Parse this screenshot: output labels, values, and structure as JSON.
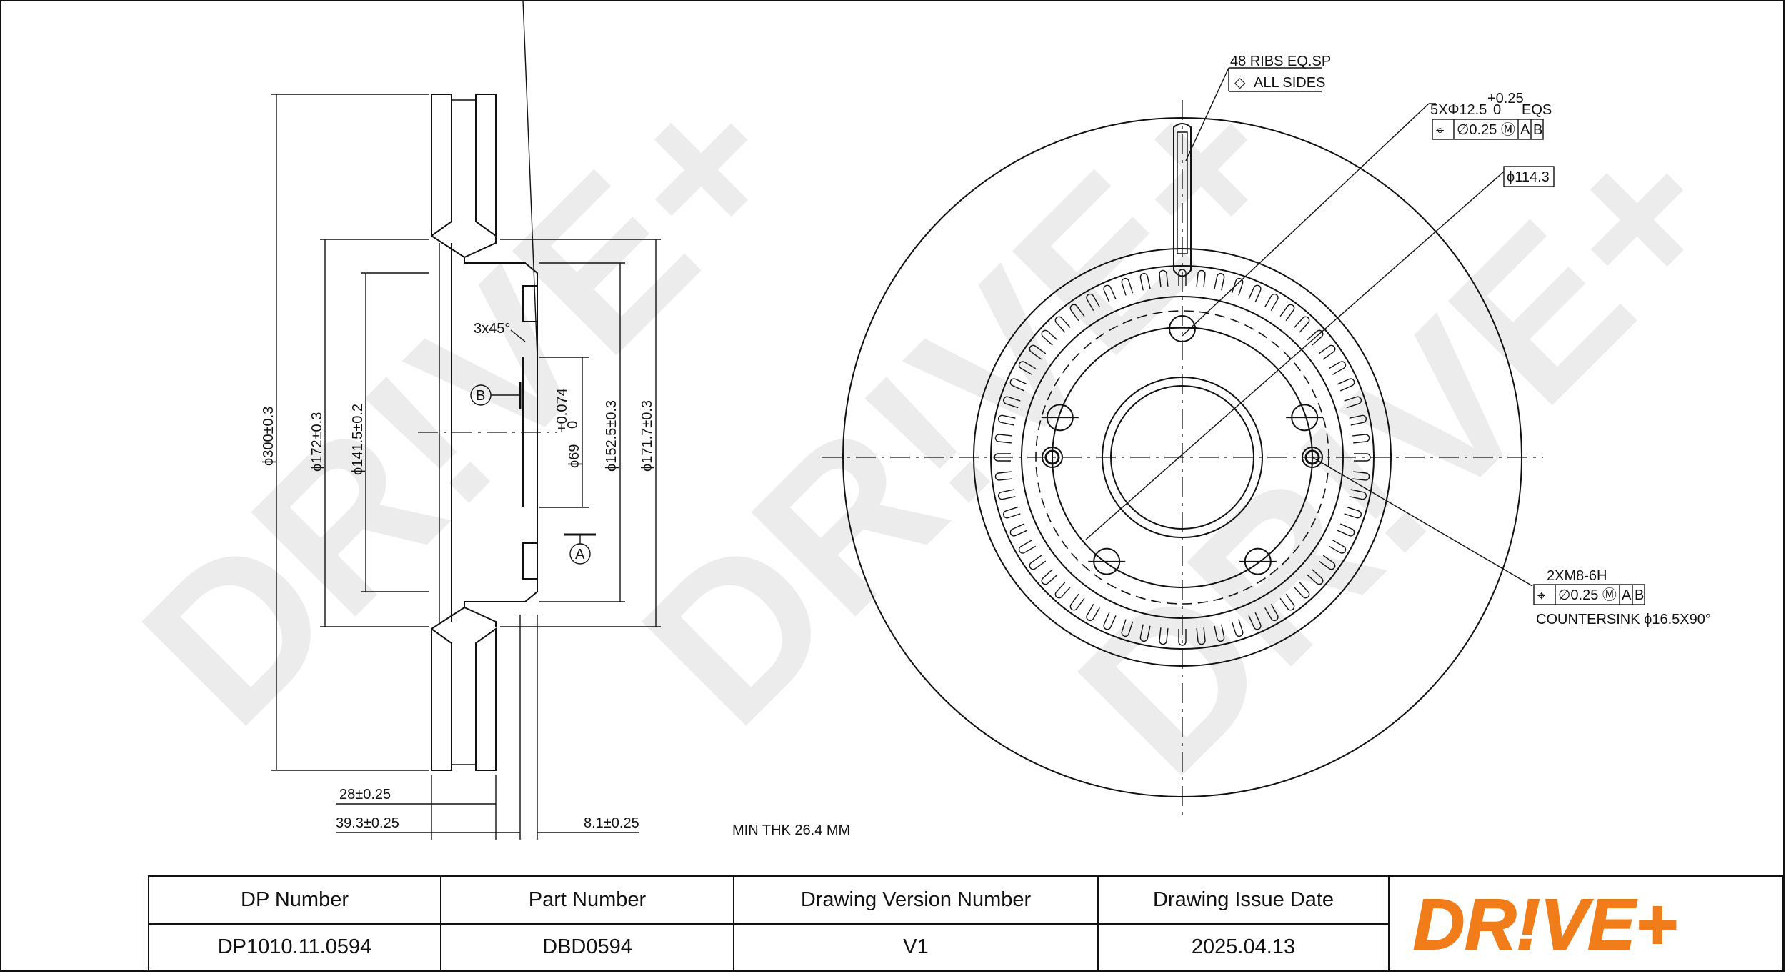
{
  "title_block": {
    "headers": [
      "DP Number",
      "Part Number",
      "Drawing Version Number",
      "Drawing Issue Date"
    ],
    "values": [
      "DP1010.11.0594",
      "DBD0594",
      "V1",
      "2025.04.13"
    ]
  },
  "brand": {
    "logo_text": "DR!VE+",
    "accent_color": "#f07d1a",
    "watermark_color": "#d6d6d6"
  },
  "section_view": {
    "dims": {
      "d300": "ϕ300±0.3",
      "d172": "ϕ172±0.3",
      "d1415": "ϕ141.5±0.2",
      "d69": "ϕ69",
      "d69_tol_top": "+0.074",
      "d69_tol_bot": "0",
      "d1525": "ϕ152.5±0.3",
      "d1717": "ϕ171.7±0.3",
      "chamfer": "3x45°",
      "datum_a": "A",
      "datum_b": "B",
      "thk28": "28±0.25",
      "thk393": "39.3±0.25",
      "thk81": "8.1±0.25"
    },
    "min_thickness": "MIN THK 26.4 MM"
  },
  "front_view": {
    "ribs_line1": "48 RIBS EQ.SP",
    "ribs_line2": "ALL SIDES",
    "holes_callout": "5XΦ12.5",
    "holes_tol_top": "+0.25",
    "holes_tol_bot": "0",
    "holes_eqs": "EQS",
    "holes_frame": [
      "⌖",
      "∅0.25 Ⓜ",
      "A",
      "B"
    ],
    "pcd": "ϕ114.3",
    "thread_callout": "2XM8-6H",
    "thread_frame": [
      "⌖",
      "∅0.25 Ⓜ",
      "A",
      "B"
    ],
    "countersink": "COUNTERSINK ϕ16.5X90°"
  }
}
